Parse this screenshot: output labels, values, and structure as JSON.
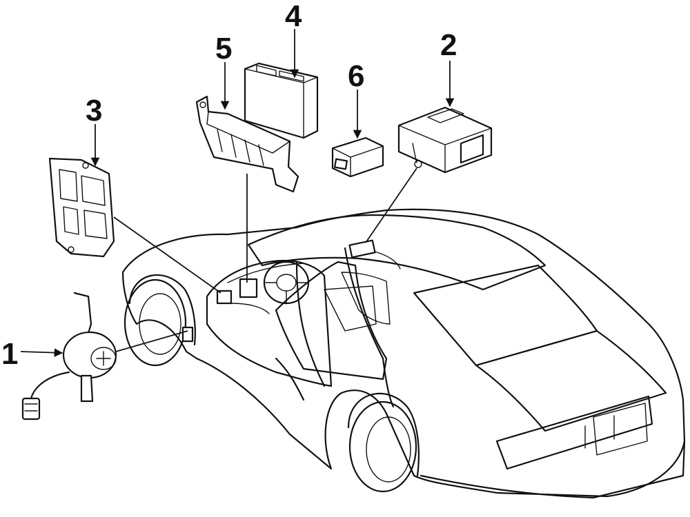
{
  "callouts": [
    {
      "id": "1",
      "label": "1"
    },
    {
      "id": "2",
      "label": "2"
    },
    {
      "id": "3",
      "label": "3"
    },
    {
      "id": "4",
      "label": "4"
    },
    {
      "id": "5",
      "label": "5"
    },
    {
      "id": "6",
      "label": "6"
    }
  ],
  "colors": {
    "ink": "#111111",
    "paper": "#ffffff"
  }
}
